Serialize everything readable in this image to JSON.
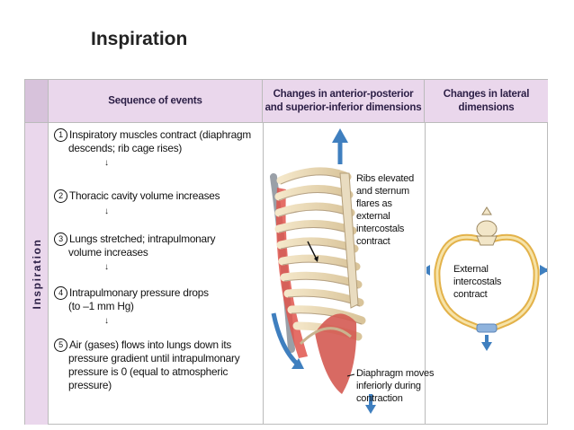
{
  "slide_title": "Inspiration",
  "table": {
    "headers": [
      "Sequence of events",
      "Changes in anterior-posterior and superior-inferior dimensions",
      "Changes in lateral dimensions"
    ],
    "row_label": "Inspiration",
    "steps": [
      {
        "num": "1",
        "lines": [
          "Inspiratory muscles contract (diaphragm",
          "descends; rib cage rises)"
        ]
      },
      {
        "num": "2",
        "lines": [
          "Thoracic cavity volume increases"
        ]
      },
      {
        "num": "3",
        "lines": [
          "Lungs stretched; intrapulmonary",
          "volume increases"
        ]
      },
      {
        "num": "4",
        "lines": [
          "Intrapulmonary pressure drops",
          "(to –1 mm Hg)"
        ]
      },
      {
        "num": "5",
        "lines": [
          "Air (gases) flows into lungs down its",
          "pressure gradient until intrapulmonary",
          "pressure is 0 (equal to atmospheric",
          "pressure)"
        ]
      }
    ],
    "ribcage_labels": {
      "ribs": [
        "Ribs elevated",
        "and sternum",
        "flares as",
        "external",
        "intercostals",
        "contract"
      ],
      "diaphragm": [
        "Diaphragm moves",
        "inferiorly during",
        "contraction"
      ]
    },
    "lateral_labels": [
      "External",
      "intercostals",
      "contract"
    ]
  }
}
